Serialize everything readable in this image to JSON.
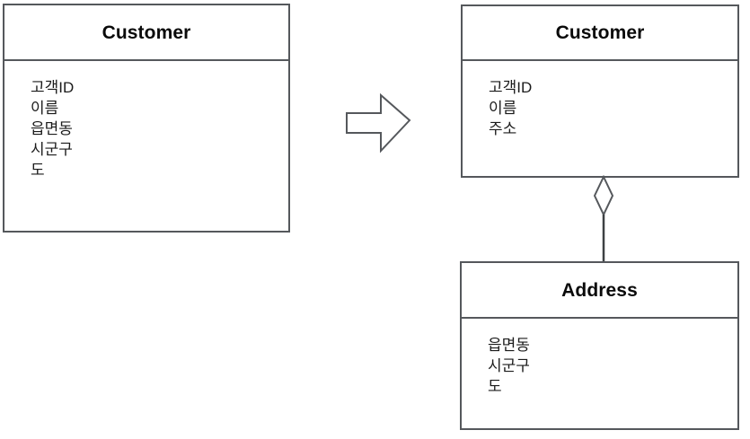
{
  "diagram": {
    "type": "uml-class-diagram",
    "notation": "UML",
    "background_color": "#ffffff",
    "line_color": "#55585c",
    "text_color": "#0a0a0a"
  },
  "classes": {
    "customer_before": {
      "name": "Customer",
      "attributes": [
        "고객ID",
        "이름",
        "읍면동",
        "시군구",
        "도"
      ]
    },
    "customer_after": {
      "name": "Customer",
      "attributes": [
        "고객ID",
        "이름",
        "주소"
      ]
    },
    "address": {
      "name": "Address",
      "attributes": [
        "읍면동",
        "시군구",
        "도"
      ]
    }
  },
  "connectors": {
    "transform_arrow": {
      "icon": "right-block-arrow-icon",
      "direction": "right"
    },
    "aggregation": {
      "icon": "aggregation-diamond-icon",
      "relationship": "aggregation",
      "diamond": "hollow",
      "from": "Customer",
      "to": "Address"
    }
  }
}
